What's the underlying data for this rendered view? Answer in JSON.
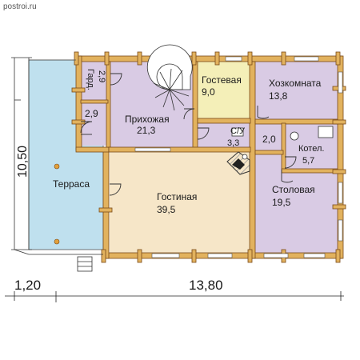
{
  "watermark": "postroi.ru",
  "colors": {
    "terrace": "#bfe0ee",
    "living": "#f6e6c8",
    "lilac": "#d9cbe4",
    "cream": "#f4efb8",
    "log": "#e2b25e",
    "log_dark": "#7a4a18",
    "dim_line": "#222222",
    "wall_gap": "#ffffff"
  },
  "rooms": [
    {
      "id": "terrace",
      "name": "Терраса",
      "area": ""
    },
    {
      "id": "garderob",
      "name": "Гард.",
      "area": "2,9"
    },
    {
      "id": "closet",
      "name": "",
      "area": "2,9"
    },
    {
      "id": "hall",
      "name": "Прихожая",
      "area": "21,3"
    },
    {
      "id": "guest",
      "name": "Гостевая",
      "area": "9,0"
    },
    {
      "id": "utility",
      "name": "Хозкомната",
      "area": "13,8"
    },
    {
      "id": "bath",
      "name": "С/У",
      "area": "3,3"
    },
    {
      "id": "corridor",
      "name": "",
      "area": "2,0"
    },
    {
      "id": "boiler",
      "name": "Котел.",
      "area": "5,7"
    },
    {
      "id": "living",
      "name": "Гостиная",
      "area": "39,5"
    },
    {
      "id": "dining",
      "name": "Столовая",
      "area": "19,5"
    }
  ],
  "dimensions": {
    "height": "10,50",
    "left_width": "1,20",
    "main_width": "13,80"
  }
}
